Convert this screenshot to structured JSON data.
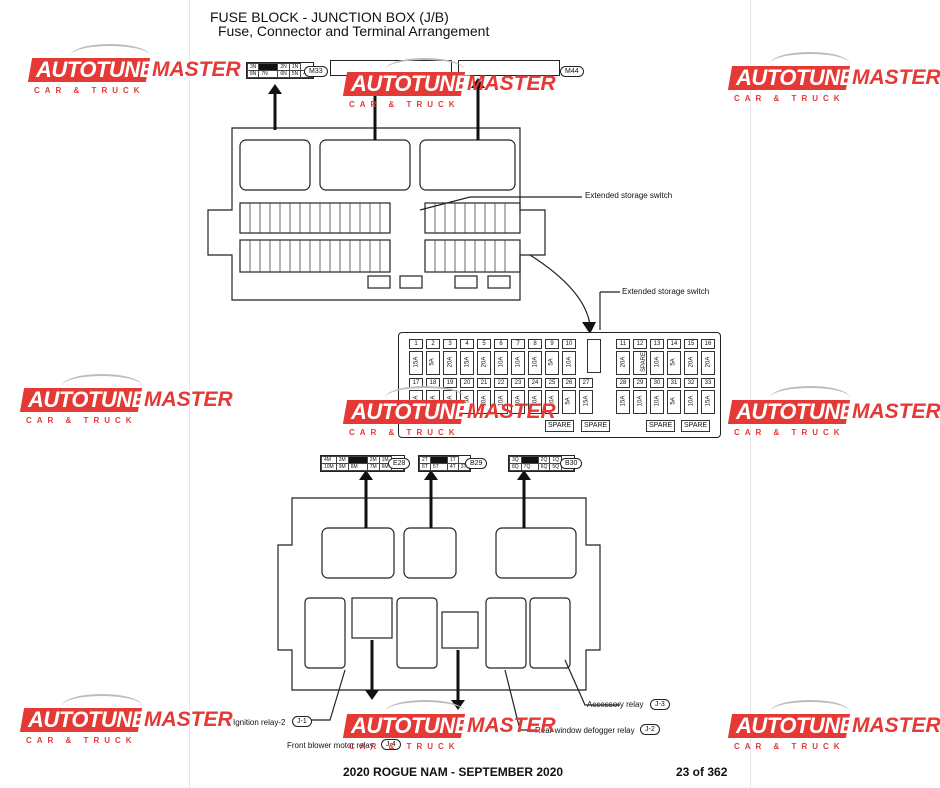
{
  "document": {
    "title": "FUSE BLOCK - JUNCTION BOX (J/B)",
    "subtitle": "Fuse, Connector and Terminal Arrangement",
    "footer_center": "2020 ROGUE NAM - SEPTEMBER 2020",
    "footer_right": "23 of 362"
  },
  "connectors": {
    "m33": "M33",
    "m44": "M44",
    "e28": "E28",
    "b29": "B29",
    "b30": "B30",
    "m33_cells": [
      "3N",
      "2N",
      "1N",
      "8N",
      "7N",
      "6N",
      "5N",
      "4N"
    ],
    "e28_cells": [
      "4M",
      "3M",
      "2M",
      "1M",
      "10M",
      "9M",
      "8M",
      "7M",
      "6M",
      "5M"
    ],
    "b29_cells": [
      "2T",
      "1T",
      "6T",
      "5T",
      "4T",
      "3T"
    ],
    "b30_cells": [
      "3Q",
      "2Q",
      "1Q",
      "8Q",
      "7Q",
      "6Q",
      "5Q",
      "4Q"
    ]
  },
  "labels": {
    "extended_storage_switch_1": "Extended storage switch",
    "extended_storage_switch_2": "Extended storage switch",
    "accessory_relay": "Accessory relay",
    "ignition_relay_2": "Ignition relay-2",
    "front_blower_motor_relay": "Front blower motor relay",
    "rear_window_defogger_relay": "Rear window defogger relay"
  },
  "relay_badges": {
    "j1": "J-1",
    "j2": "J-2",
    "j3": "J-3",
    "j4": "J-4"
  },
  "fuses_top": [
    {
      "num": "1",
      "amp": "15A"
    },
    {
      "num": "2",
      "amp": "5A"
    },
    {
      "num": "3",
      "amp": "20A"
    },
    {
      "num": "4",
      "amp": "15A"
    },
    {
      "num": "5",
      "amp": "20A"
    },
    {
      "num": "6",
      "amp": "10A"
    },
    {
      "num": "7",
      "amp": "10A"
    },
    {
      "num": "8",
      "amp": "10A"
    },
    {
      "num": "9",
      "amp": "5A"
    },
    {
      "num": "10",
      "amp": "10A"
    },
    {
      "num": "11",
      "amp": "20A"
    },
    {
      "num": "12",
      "amp": "SPARE"
    },
    {
      "num": "13",
      "amp": "10A"
    },
    {
      "num": "14",
      "amp": "5A"
    },
    {
      "num": "15",
      "amp": "20A"
    },
    {
      "num": "16",
      "amp": "20A"
    }
  ],
  "fuses_bottom": [
    {
      "num": "17",
      "amp": "10A"
    },
    {
      "num": "18",
      "amp": "10A"
    },
    {
      "num": "19",
      "amp": "10A"
    },
    {
      "num": "20",
      "amp": "15A"
    },
    {
      "num": "21",
      "amp": "10A"
    },
    {
      "num": "22",
      "amp": "10A"
    },
    {
      "num": "23",
      "amp": "10A"
    },
    {
      "num": "24",
      "amp": "10A"
    },
    {
      "num": "25",
      "amp": "20A"
    },
    {
      "num": "26",
      "amp": "5A"
    },
    {
      "num": "27",
      "amp": "15A"
    },
    {
      "num": "28",
      "amp": "15A"
    },
    {
      "num": "29",
      "amp": "10A"
    },
    {
      "num": "30",
      "amp": "10A"
    },
    {
      "num": "31",
      "amp": "5A"
    },
    {
      "num": "32",
      "amp": "10A"
    },
    {
      "num": "33",
      "amp": "15A"
    }
  ],
  "spares": [
    "SPARE",
    "SPARE",
    "SPARE",
    "SPARE"
  ],
  "watermarks": {
    "word1": "AUTOTUNE",
    "word2": "MASTER",
    "tagline": "CAR & TRUCK"
  }
}
